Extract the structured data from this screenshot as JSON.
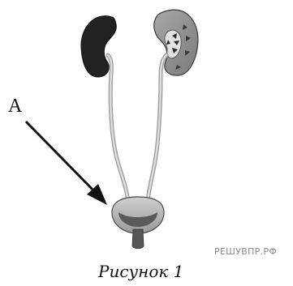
{
  "diagram": {
    "label_a": "A",
    "caption": "Рисунок 1",
    "watermark": "РЕШУВПР.РФ",
    "parts": [
      "left-kidney",
      "right-kidney-cross-section",
      "left-ureter",
      "right-ureter",
      "bladder",
      "urethra",
      "arrow"
    ],
    "colors": {
      "kidney_dark": "#222222",
      "kidney_light": "#8f8f8f",
      "ureter": "#b8b8b8",
      "bladder_outer": "#9e9e9e",
      "bladder_inner": "#555555",
      "arrow": "#111111"
    }
  }
}
